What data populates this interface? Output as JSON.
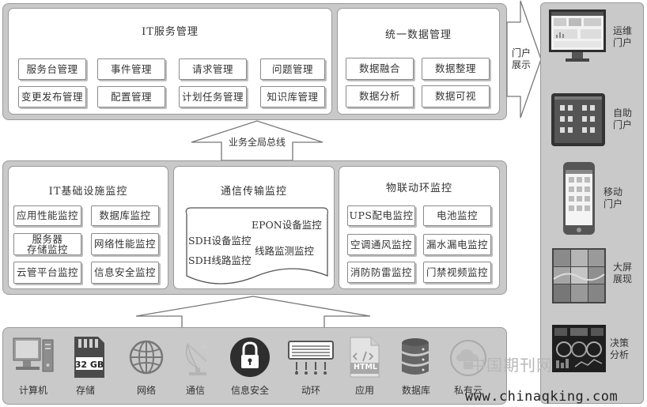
{
  "it_service": {
    "title": "IT服务管理",
    "items": [
      "服务台管理",
      "事件管理",
      "请求管理",
      "问题管理",
      "变更发布管理",
      "配置管理",
      "计划任务管理",
      "知识库管理"
    ]
  },
  "data_mgmt": {
    "title": "统一数据管理",
    "items": [
      "数据融合",
      "数据整理",
      "数据分析",
      "数据可视"
    ]
  },
  "portal_label": "门户\n展示",
  "bus_label": "业务全局总线",
  "infra": {
    "title": "IT基础设施监控",
    "items": [
      "应用性能监控",
      "数据库监控",
      "服务器\n存储监控",
      "网络性能监控",
      "云管平台监控",
      "信息安全监控"
    ]
  },
  "comm": {
    "title": "通信传输监控",
    "items": [
      "EPON设备监控",
      "SDH设备监控",
      "SDH线路监控",
      "线路监测监控"
    ]
  },
  "iot": {
    "title": "物联动环监控",
    "items": [
      "UPS配电监控",
      "电池监控",
      "空调通风监控",
      "漏水漏电监控",
      "消防防雷监控",
      "门禁视频监控"
    ]
  },
  "bottom": {
    "items": [
      "计算机",
      "存储",
      "网络",
      "通信",
      "信息安全",
      "动环",
      "应用",
      "数据库",
      "私有云"
    ],
    "storage_text": "32 GB",
    "html_text": "HTML"
  },
  "right_panel": {
    "items": [
      "运维\n门户",
      "自助\n门户",
      "移动\n门户",
      "大屏\n展现",
      "决策\n分析"
    ]
  },
  "watermark": {
    "cn": "中国期刊网",
    "url": "www.chinaqking.com"
  }
}
